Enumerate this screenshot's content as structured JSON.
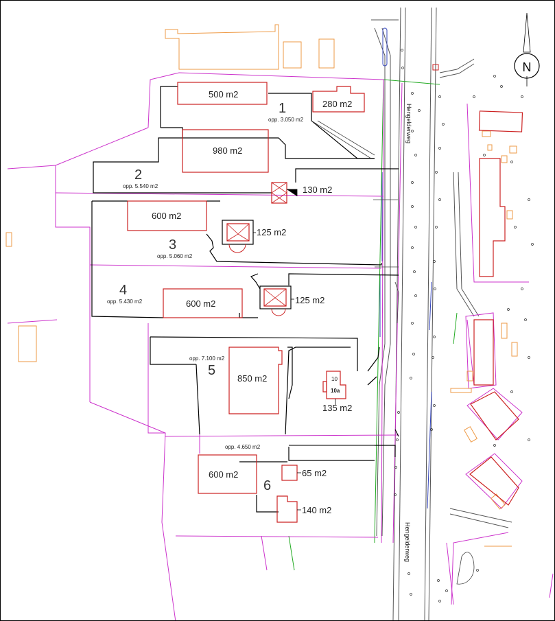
{
  "plots": [
    {
      "number": "1",
      "opp": "opp. 3.050 m2"
    },
    {
      "number": "2",
      "opp": "opp. 5.540 m2"
    },
    {
      "number": "3",
      "opp": "opp. 5.060 m2"
    },
    {
      "number": "4",
      "opp": "opp. 5.430 m2"
    },
    {
      "number": "5",
      "opp": "opp. 7.100 m2"
    },
    {
      "number": "6",
      "opp": "opp. 4.650 m2"
    }
  ],
  "building_areas": [
    "500 m2",
    "280 m2",
    "980 m2",
    "130 m2",
    "600 m2",
    "125 m2",
    "600 m2",
    "125 m2",
    "850 m2",
    "135 m2",
    "600 m2",
    "65 m2",
    "140 m2"
  ],
  "house_numbers": [
    "10",
    "10a"
  ],
  "street": {
    "name": "Hengelderweg"
  },
  "north_arrow": {
    "symbol": "N"
  },
  "colors": {
    "building_outline": "#cc2222",
    "cadastral_line": "#cc33cc",
    "existing_building": "#ee9944",
    "road": "#555555",
    "ditch": "#3344bb",
    "green_line": "#22aa22",
    "black_line": "#000000"
  }
}
